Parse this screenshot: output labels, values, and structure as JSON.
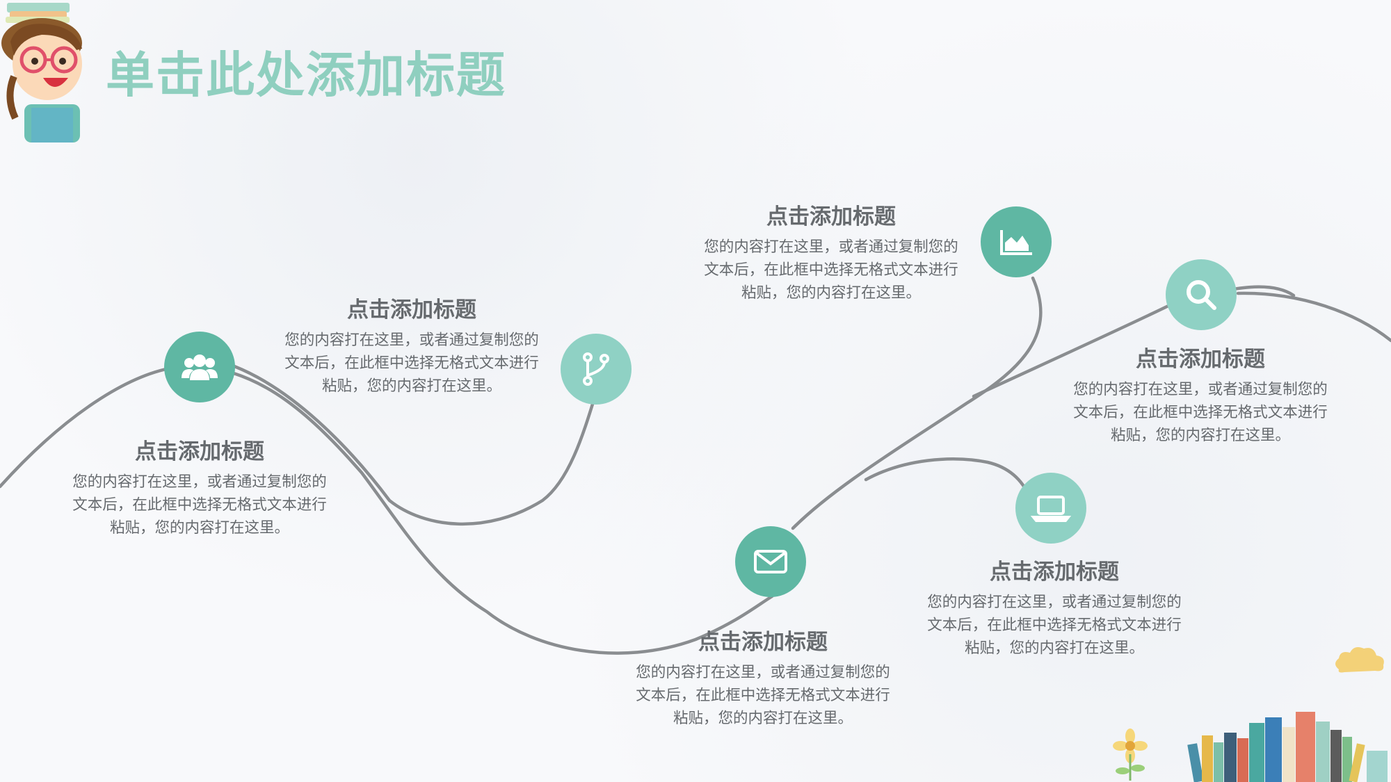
{
  "slide": {
    "title": "单击此处添加标题",
    "colors": {
      "accent": "#5fb7a3",
      "accent_light": "#8fd1c4",
      "title": "#8fcfbf",
      "text": "#666a6e",
      "line": "#8a8d90"
    },
    "items": [
      {
        "icon": "users-icon",
        "heading": "点击添加标题",
        "body": "您的内容打在这里，或者通过复制您的文本后，在此框中选择无格式文本进行粘贴，您的内容打在这里。"
      },
      {
        "icon": "branch-icon",
        "heading": "点击添加标题",
        "body": "您的内容打在这里，或者通过复制您的文本后，在此框中选择无格式文本进行粘贴，您的内容打在这里。"
      },
      {
        "icon": "mail-icon",
        "heading": "点击添加标题",
        "body": "您的内容打在这里，或者通过复制您的文本后，在此框中选择无格式文本进行粘贴，您的内容打在这里。"
      },
      {
        "icon": "area-chart-icon",
        "heading": "点击添加标题",
        "body": "您的内容打在这里，或者通过复制您的文本后，在此框中选择无格式文本进行粘贴，您的内容打在这里。"
      },
      {
        "icon": "laptop-icon",
        "heading": "点击添加标题",
        "body": "您的内容打在这里，或者通过复制您的文本后，在此框中选择无格式文本进行粘贴，您的内容打在这里。"
      },
      {
        "icon": "search-icon",
        "heading": "点击添加标题",
        "body": "您的内容打在这里，或者通过复制您的文本后，在此框中选择无格式文本进行粘贴，您的内容打在这里。"
      }
    ]
  }
}
